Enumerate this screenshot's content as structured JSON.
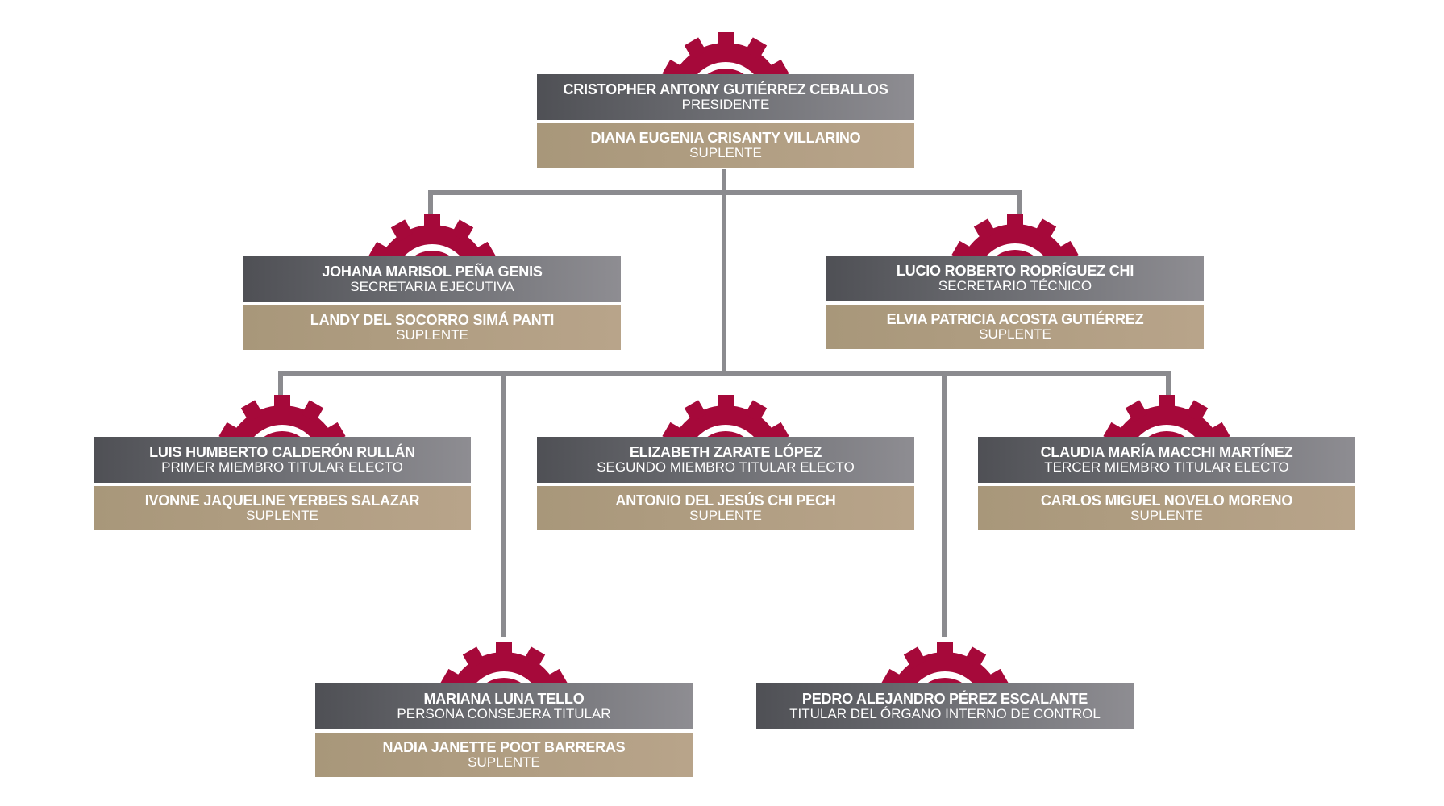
{
  "nodes": [
    {
      "name": "CRISTOPHER ANTONY GUTIÉRREZ CEBALLOS",
      "role": "PRESIDENTE",
      "alt_name": "DIANA EUGENIA CRISANTY VILLARINO",
      "alt_role": "SUPLENTE"
    },
    {
      "name": "JOHANA MARISOL PEÑA GENIS",
      "role": "SECRETARIA EJECUTIVA",
      "alt_name": "LANDY DEL SOCORRO SIMÁ PANTI",
      "alt_role": "SUPLENTE"
    },
    {
      "name": "LUCIO ROBERTO RODRÍGUEZ CHI",
      "role": "SECRETARIO TÉCNICO",
      "alt_name": "ELVIA PATRICIA ACOSTA GUTIÉRREZ",
      "alt_role": "SUPLENTE"
    },
    {
      "name": "LUIS HUMBERTO CALDERÓN RULLÁN",
      "role": "PRIMER MIEMBRO TITULAR ELECTO",
      "alt_name": "IVONNE JAQUELINE YERBES SALAZAR",
      "alt_role": "SUPLENTE"
    },
    {
      "name": "ELIZABETH ZARATE LÓPEZ",
      "role": "SEGUNDO MIEMBRO TITULAR ELECTO",
      "alt_name": "ANTONIO DEL JESÚS CHI PECH",
      "alt_role": "SUPLENTE"
    },
    {
      "name": "CLAUDIA MARÍA MACCHI MARTÍNEZ",
      "role": "TERCER MIEMBRO TITULAR ELECTO",
      "alt_name": "CARLOS MIGUEL NOVELO MORENO",
      "alt_role": "SUPLENTE"
    },
    {
      "name": "MARIANA LUNA TELLO",
      "role": "PERSONA CONSEJERA TITULAR",
      "alt_name": "NADIA JANETTE POOT BARRERAS",
      "alt_role": "SUPLENTE"
    },
    {
      "name": "PEDRO ALEJANDRO PÉREZ ESCALANTE",
      "role": "TITULAR DEL ÓRGANO INTERNO DE CONTROL"
    }
  ],
  "colors": {
    "gear": "#a6093a",
    "connector": "#8b8b8f",
    "title_bg": "#5a5b60",
    "alternate_bg": "#b09f82"
  }
}
